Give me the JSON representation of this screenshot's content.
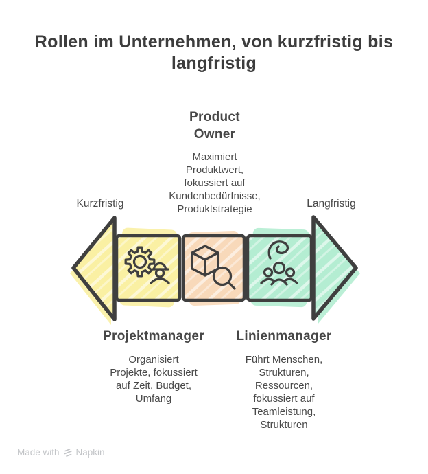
{
  "title": "Rollen im Unternehmen, von kurzfristig bis langfristig",
  "timeline": {
    "left_label": "Kurzfristig",
    "right_label": "Langfristig"
  },
  "roles": {
    "product_owner": {
      "name": "Product\nOwner",
      "description": "Maximiert\nProduktwert,\nfokussiert auf\nKundenbedürfnisse,\nProduktstrategie"
    },
    "projektmanager": {
      "name": "Projektmanager",
      "description": "Organisiert\nProjekte, fokussiert\nauf Zeit, Budget,\nUmfang"
    },
    "linienmanager": {
      "name": "Linienmanager",
      "description": "Führt Menschen,\nStrukturen,\nRessourcen,\nfokussiert auf\nTeamleistung,\nStrukturen"
    }
  },
  "segments": [
    {
      "role": "Projektmanager",
      "icon": "gear-worker-icon",
      "fill": "#faf0a3"
    },
    {
      "role": "Product Owner",
      "icon": "cube-search-icon",
      "fill": "#f8d9ba"
    },
    {
      "role": "Linienmanager",
      "icon": "team-leadership-icon",
      "fill": "#b4edd2"
    }
  ],
  "colors": {
    "ink": "#3f3f3f",
    "text": "#454545",
    "yellow": "#faf0a3",
    "peach": "#f8d9ba",
    "mint": "#b4edd2",
    "footer_gray": "#c3c5c8"
  },
  "footer": {
    "made_with": "Made with",
    "brand": "Napkin"
  }
}
